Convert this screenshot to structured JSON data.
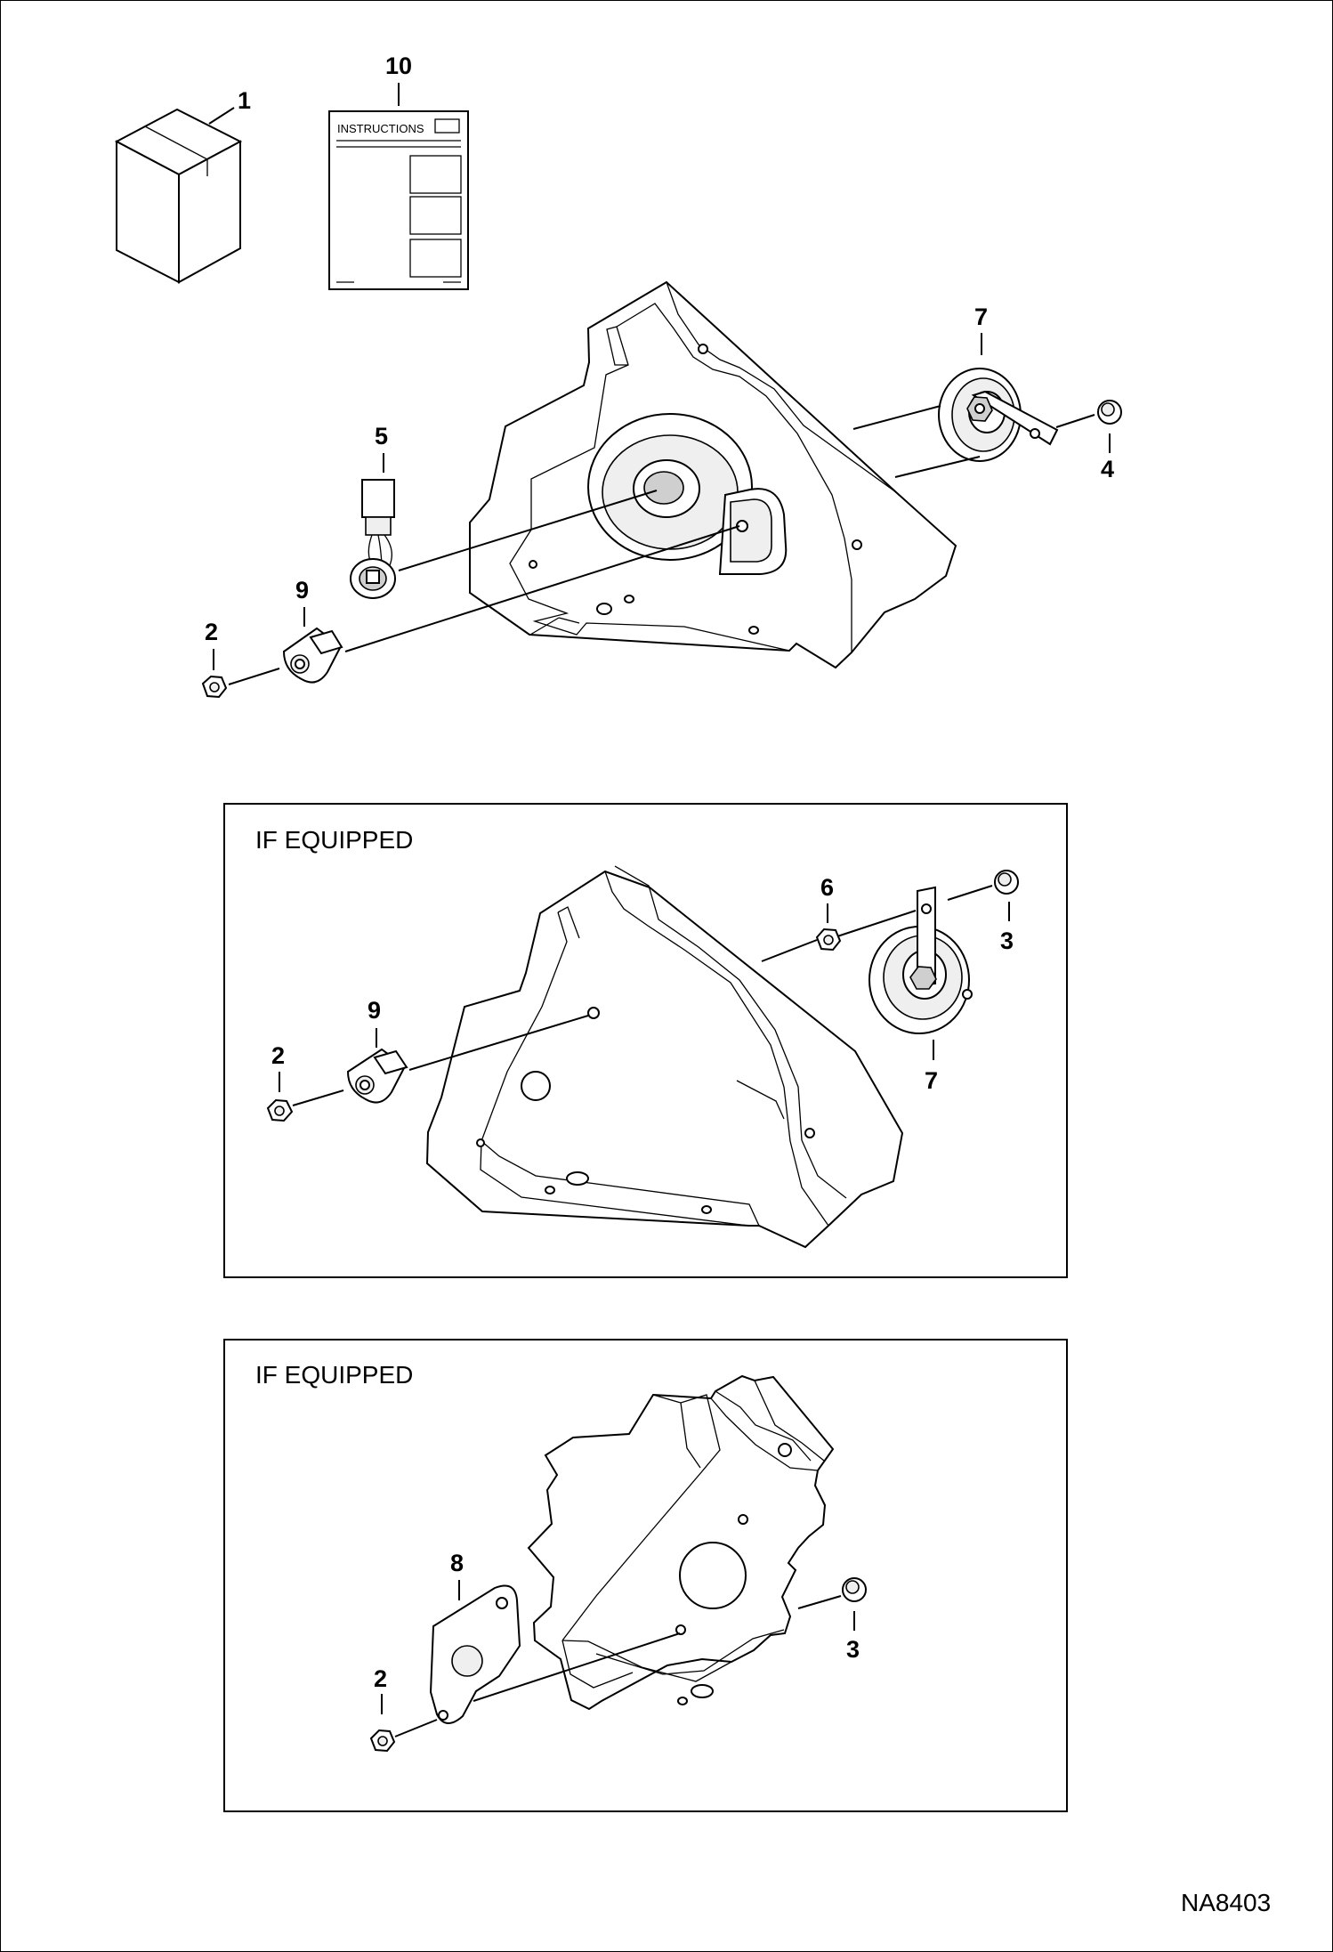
{
  "callouts": {
    "c1": "1",
    "c10": "10",
    "c7a": "7",
    "c4": "4",
    "c5": "5",
    "c9a": "9",
    "c2a": "2",
    "c6": "6",
    "c3a": "3",
    "c9b": "9",
    "c2b": "2",
    "c7b": "7",
    "c8": "8",
    "c2c": "2",
    "c3b": "3"
  },
  "instructions_label": "INSTRUCTIONS",
  "panels": [
    {
      "title": "IF EQUIPPED"
    },
    {
      "title": "IF EQUIPPED"
    }
  ],
  "drawing_code": "NA8403"
}
